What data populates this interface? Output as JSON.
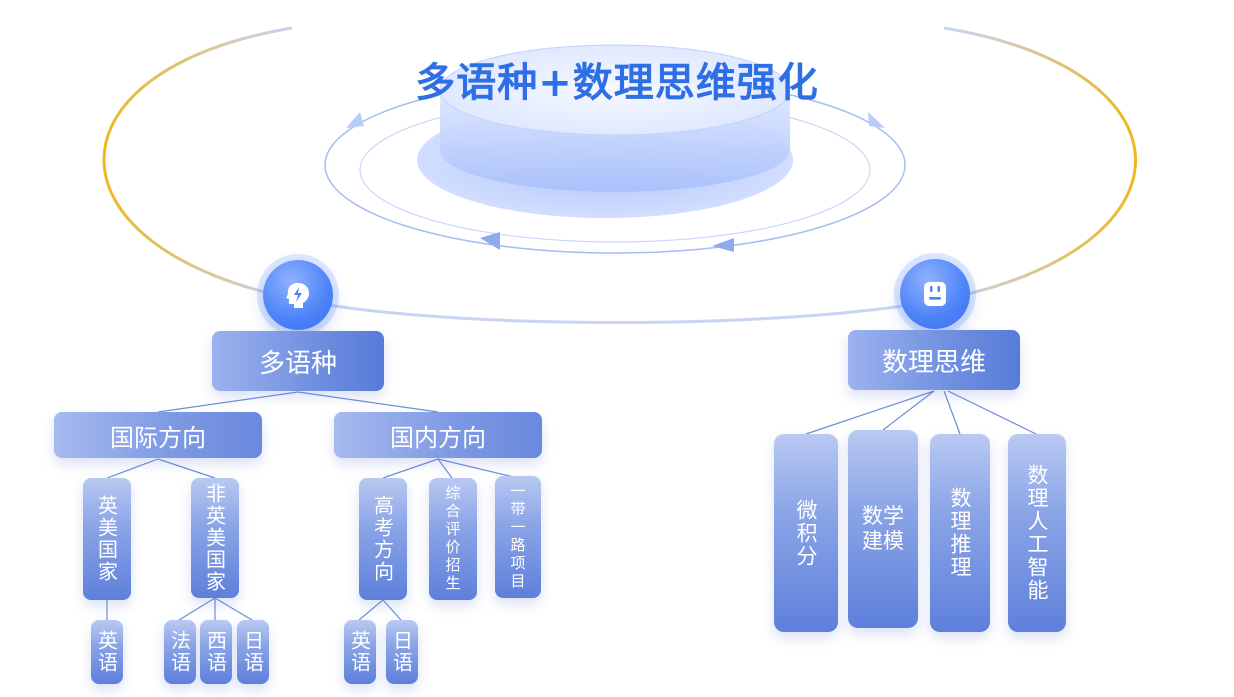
{
  "title": "多语种+数理思维强化",
  "colors": {
    "accent": "#2f6fe6",
    "box": "#6f8fe0",
    "line": "#6d8ed8",
    "arc": "#f0b722"
  },
  "icons": {
    "left": "brain-bolt-icon",
    "right": "calculator-icon"
  },
  "languages": {
    "label": "多语种",
    "intl": {
      "label": "国际方向",
      "english_countries": {
        "label": "英美国家",
        "children": [
          "英语"
        ]
      },
      "non_english_countries": {
        "label": "非英美国家",
        "children": [
          "法语",
          "西语",
          "日语"
        ]
      }
    },
    "domestic": {
      "label": "国内方向",
      "gaokao": {
        "label": "高考方向",
        "children": [
          "英语",
          "日语"
        ]
      },
      "comprehensive": "综合评价招生",
      "belt_road": "一带一路项目"
    }
  },
  "math": {
    "label": "数理思维",
    "items": [
      "微积分",
      "数学建模",
      "数理推理",
      "数理人工智能"
    ]
  }
}
